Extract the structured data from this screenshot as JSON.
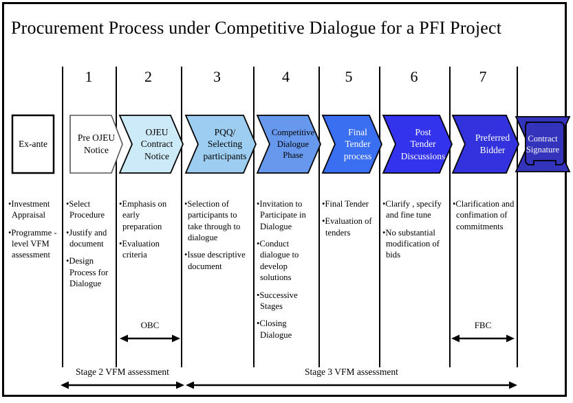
{
  "diagram": {
    "title": "Procurement Process under Competitive Dialogue for a PFI Project",
    "stage_numbers": [
      "1",
      "2",
      "3",
      "4",
      "5",
      "6",
      "7"
    ],
    "colors": {
      "shape_1_fill": "#ffffff",
      "shape_2_fill": "#ffffff",
      "shape_3_fill": "#cdeaf8",
      "shape_4_fill": "#9dcdf0",
      "shape_5_fill": "#6699ee",
      "shape_6_fill": "#3b6ff2",
      "shape_7_fill": "#3333ee",
      "shape_8_fill": "#3333dd",
      "shape_9_fill": "#3333bb",
      "outline": "#000000",
      "frame_border": "#000000"
    },
    "shapes": [
      {
        "name": "ex-ante",
        "label": "Ex-ante",
        "kind": "rectangle",
        "fill": "#ffffff",
        "text_color": "#000000"
      },
      {
        "name": "pre-ojeu-notice",
        "label": "Pre OJEU\nNotice",
        "kind": "chevron",
        "fill": "#ffffff",
        "text_color": "#000000"
      },
      {
        "name": "ojeu-contract-notice",
        "label": "OJEU\nContract\nNotice",
        "kind": "chevron",
        "fill": "#cdeaf8",
        "text_color": "#000000"
      },
      {
        "name": "pqq-selecting-participants",
        "label": "PQQ/\nSelecting\nparticipants",
        "kind": "chevron",
        "fill": "#9dcdf0",
        "text_color": "#000000"
      },
      {
        "name": "competitive-dialogue-phase",
        "label": "Competitive\nDialogue\nPhase",
        "kind": "chevron",
        "fill": "#6699ee",
        "text_color": "#000000"
      },
      {
        "name": "final-tender-process",
        "label": "Final\nTender\nprocess",
        "kind": "chevron",
        "fill": "#3b6ff2",
        "text_color": "#ffffff"
      },
      {
        "name": "post-tender-discussions",
        "label": "Post\nTender\nDiscussions",
        "kind": "chevron",
        "fill": "#3333ee",
        "text_color": "#ffffff"
      },
      {
        "name": "preferred-bidder",
        "label": "Preferred\nBidder",
        "kind": "chevron",
        "fill": "#3333dd",
        "text_color": "#ffffff"
      },
      {
        "name": "contract-signature",
        "label": "Contract\nSignature",
        "kind": "bowtie-with-plaque",
        "fill": "#3333bb",
        "text_color": "#ffffff"
      }
    ],
    "columns": [
      {
        "name": "ex-ante",
        "bullets": [
          "Investment Appraisal",
          "Programme -level VFM assessment"
        ]
      },
      {
        "name": "stage-1",
        "bullets": [
          "Select Procedure",
          "Justify and document",
          "Design Process for Dialogue"
        ]
      },
      {
        "name": "stage-2",
        "bullets": [
          "Emphasis on early preparation",
          "Evaluation criteria"
        ]
      },
      {
        "name": "stage-3",
        "bullets": [
          "Selection of participants to take through to dialogue",
          "Issue descriptive document"
        ]
      },
      {
        "name": "stage-4",
        "bullets": [
          "Invitation to Participate in Dialogue",
          "Conduct dialogue to develop solutions",
          "Successive Stages",
          "Closing Dialogue"
        ]
      },
      {
        "name": "stage-5",
        "bullets": [
          "Final Tender",
          "Evaluation of tenders"
        ]
      },
      {
        "name": "stage-6",
        "bullets": [
          "Clarify , specify and fine tune",
          "No substantial modification of bids"
        ]
      },
      {
        "name": "stage-7",
        "bullets": [
          "Clarification and confimation of commitments"
        ]
      }
    ],
    "measures": [
      {
        "name": "obc",
        "label": "OBC"
      },
      {
        "name": "fbc",
        "label": "FBC"
      }
    ],
    "stage_bars": [
      {
        "name": "stage-2-vfm",
        "label": "Stage 2 VFM assessment"
      },
      {
        "name": "stage-3-vfm",
        "label": "Stage 3 VFM assessment"
      }
    ]
  }
}
